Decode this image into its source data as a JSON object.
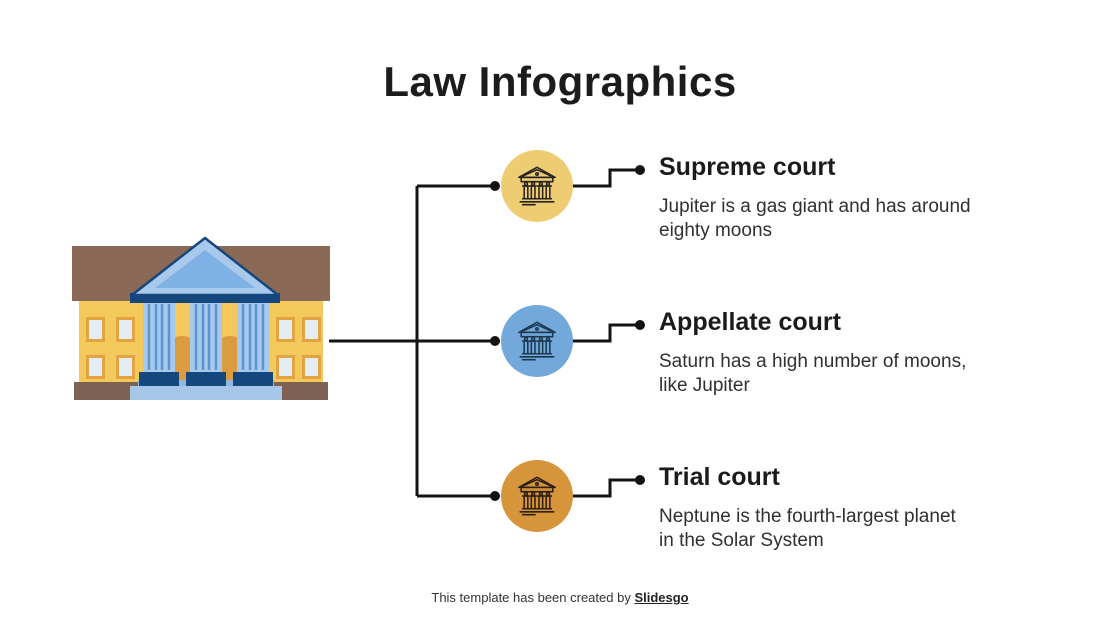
{
  "page": {
    "title": "Law Infographics"
  },
  "items": [
    {
      "title": "Supreme court",
      "desc_line1": "Jupiter is a gas giant and has around",
      "desc_line2": "eighty moons",
      "circle_color": "#eecd72",
      "icon": "courthouse-icon",
      "icon_stroke": "#262220"
    },
    {
      "title": "Appellate court",
      "desc_line1": "Saturn has a high number of moons,",
      "desc_line2": "like Jupiter",
      "circle_color": "#73a8db",
      "icon": "courthouse-icon",
      "icon_stroke": "#1d3950"
    },
    {
      "title": "Trial court",
      "desc_line1": "Neptune is the fourth-largest planet",
      "desc_line2": "in the Solar System",
      "circle_color": "#d6953a",
      "icon": "courthouse-icon",
      "icon_stroke": "#2e1f10"
    }
  ],
  "footer": {
    "text": "This template has been created by ",
    "brand": "Slidesgo"
  },
  "colors": {
    "connector": "#131313",
    "building": {
      "roof": "#8a6a57",
      "base": "#7d6152",
      "wall": "#f4c95c",
      "pediment_light": "#a9c9ec",
      "pediment_mid": "#7fb2e4",
      "pediment_dark": "#14477e",
      "column_light": "#a9c9ec",
      "column_stripe": "#5b94d1",
      "column_base": "#14477e",
      "door": "#dd9b3f",
      "window_frame": "#e2a443",
      "window_pane": "#e4ecf4",
      "steps": "#a5c6e6",
      "steps_dark": "#8fb8e0"
    }
  }
}
